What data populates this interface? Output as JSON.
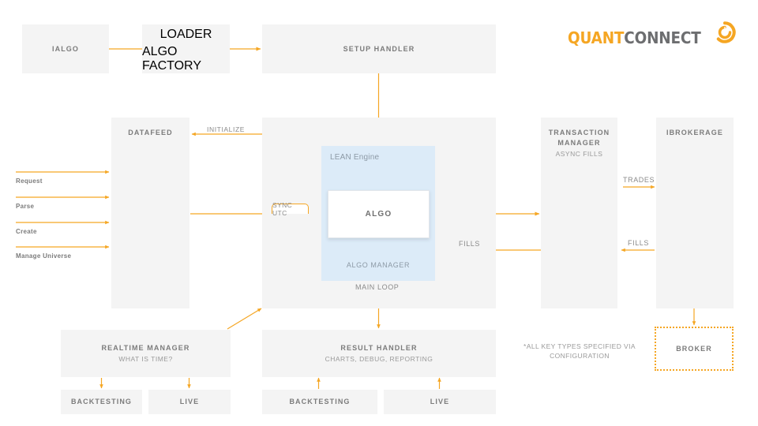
{
  "brand": {
    "name_part1": "QUANT",
    "name_part2": "CONNECT",
    "accent_color": "#f5a623",
    "text_color": "#6d6e70",
    "logo_icon": "quantconnect-swirl-icon"
  },
  "palette": {
    "box_fill": "#f4f4f4",
    "lean_fill": "#dcebf8",
    "arrow": "#f5a623",
    "title_text": "#7b7b7b",
    "sub_text": "#9a9a9a"
  },
  "nodes": {
    "ialgo": {
      "title": "IALGO"
    },
    "loader": {
      "title": "LOADER",
      "title2": "ALGO FACTORY"
    },
    "setup_handler": {
      "title": "SETUP HANDLER"
    },
    "datafeed": {
      "title": "DATAFEED"
    },
    "engine": {
      "lean_label": "LEAN Engine",
      "algo_card": "ALGO",
      "algo_manager": "ALGO MANAGER",
      "main_loop": "MAIN LOOP"
    },
    "transaction_manager": {
      "title": "TRANSACTION MANAGER",
      "sub": "ASYNC FILLS"
    },
    "ibrokerage": {
      "title": "IBROKERAGE"
    },
    "broker": {
      "title": "BROKER"
    },
    "realtime_manager": {
      "title": "REALTIME MANAGER",
      "sub": "WHAT IS TIME?"
    },
    "result_handler": {
      "title": "RESULT HANDLER",
      "sub": "CHARTS, DEBUG, REPORTING"
    },
    "rt_backtesting": {
      "title": "BACKTESTING"
    },
    "rt_live": {
      "title": "LIVE"
    },
    "rh_backtesting": {
      "title": "BACKTESTING"
    },
    "rh_live": {
      "title": "LIVE"
    }
  },
  "edge_labels": {
    "initialize": "INITIALIZE",
    "sync_utc": "SYNC UTC",
    "trades": "TRADES",
    "fills_left": "FILLS",
    "fills_right": "FILLS"
  },
  "datafeed_inputs": [
    {
      "label": "Request"
    },
    {
      "label": "Parse"
    },
    {
      "label": "Create"
    },
    {
      "label": "Manage Universe"
    }
  ],
  "footnote": "*ALL KEY TYPES SPECIFIED VIA CONFIGURATION"
}
